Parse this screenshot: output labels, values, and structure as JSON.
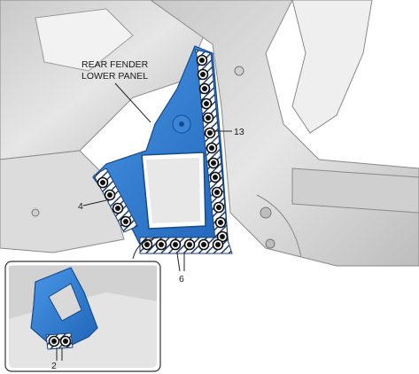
{
  "callouts": {
    "part_name_line1": "REAR FENDER",
    "part_name_line2": "LOWER PANEL",
    "weld_13": "13",
    "weld_4": "4",
    "weld_6": "6",
    "weld_2": "2"
  },
  "weld_counts": {
    "right_edge": 13,
    "left_edge": 4,
    "bottom_edge": 6,
    "inset_bottom": 2
  },
  "colors": {
    "panel": "#2f7fd6",
    "panel_dark": "#1e5fae",
    "hatch_zone": "#1b3f7a",
    "weld_spot": "#111111",
    "body_metal": "#d9d9d9",
    "leader_line": "#222222"
  }
}
